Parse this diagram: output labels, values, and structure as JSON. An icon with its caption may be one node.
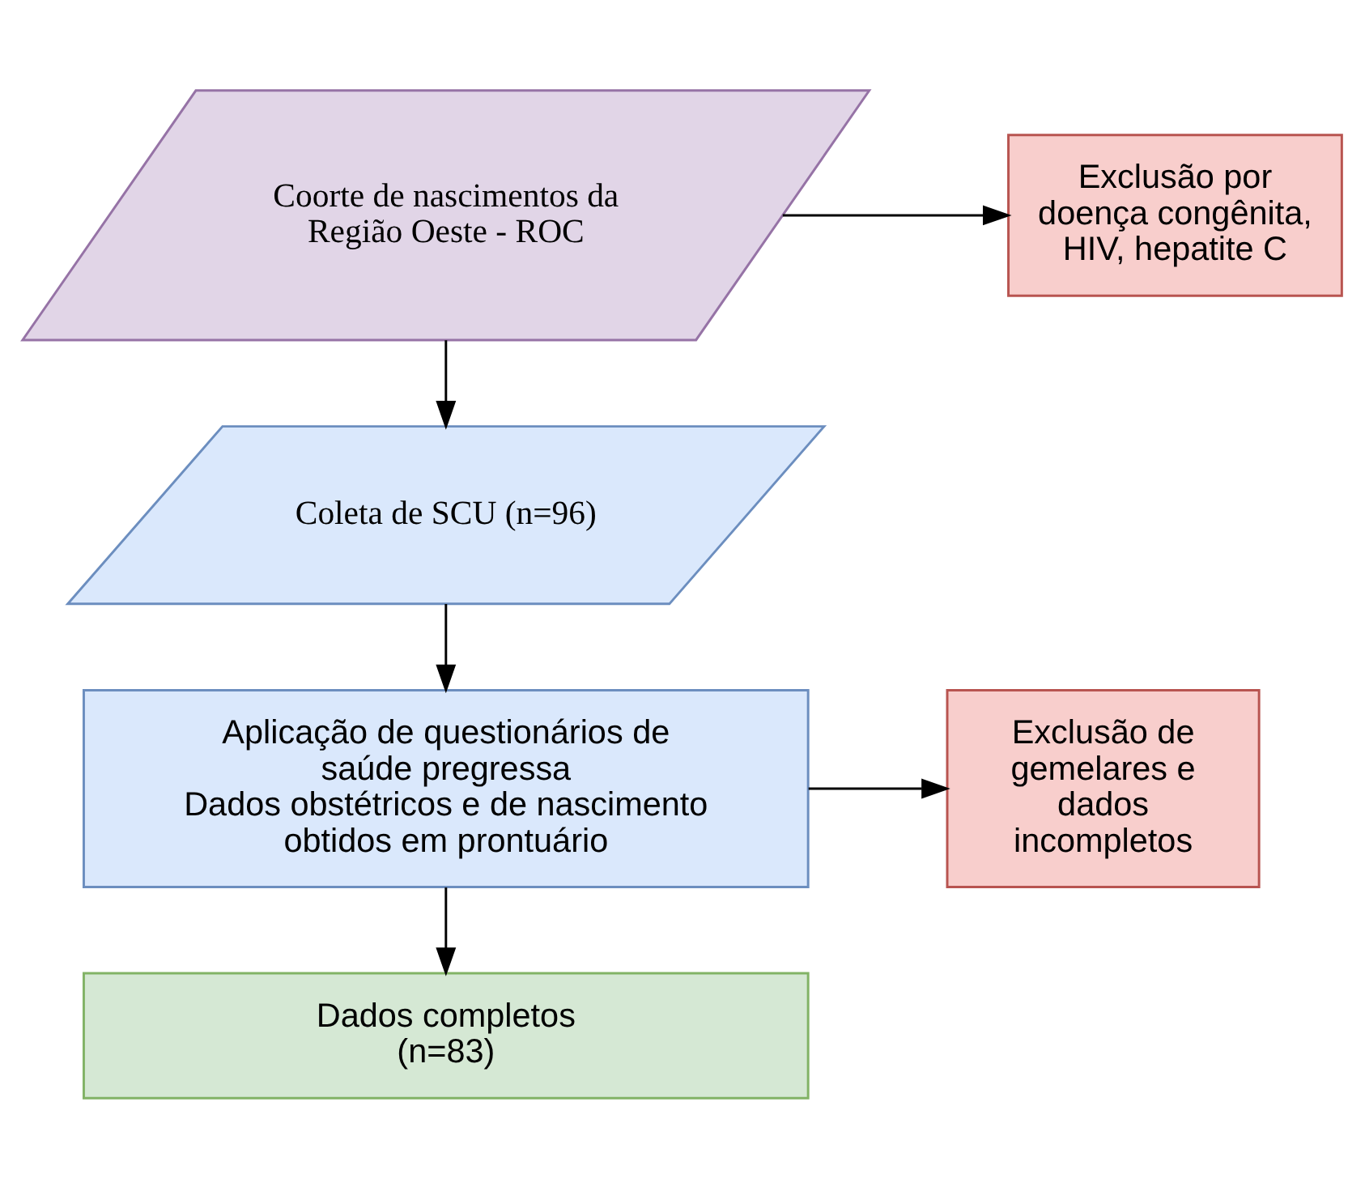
{
  "diagram": {
    "nodes": [
      {
        "text": [
          "Coorte de nascimentos da Região Oeste - ROC"
        ]
      },
      {
        "text": [
          "Exclusão por doença congênita, HIV, hepatite C"
        ]
      },
      {
        "text": [
          "Coleta de SCU (n=96)"
        ]
      },
      {
        "text": [
          "Aplicação de questionários de saúde pregressa",
          "Dados obstétricos e de nascimento obtidos em prontuário"
        ]
      },
      {
        "text": [
          "Exclusão de gemelares e dados incompletos"
        ]
      },
      {
        "text": [
          "Dados completos (n=83)"
        ]
      }
    ],
    "edges": [
      {
        "from": 0,
        "to": 2,
        "arrow": "to"
      },
      {
        "from": 0,
        "to": 1,
        "arrow": "to"
      },
      {
        "from": 2,
        "to": 3,
        "arrow": "to"
      },
      {
        "from": 3,
        "to": 5,
        "arrow": "to"
      },
      {
        "from": 3,
        "to": 4,
        "arrow": "to"
      }
    ]
  }
}
